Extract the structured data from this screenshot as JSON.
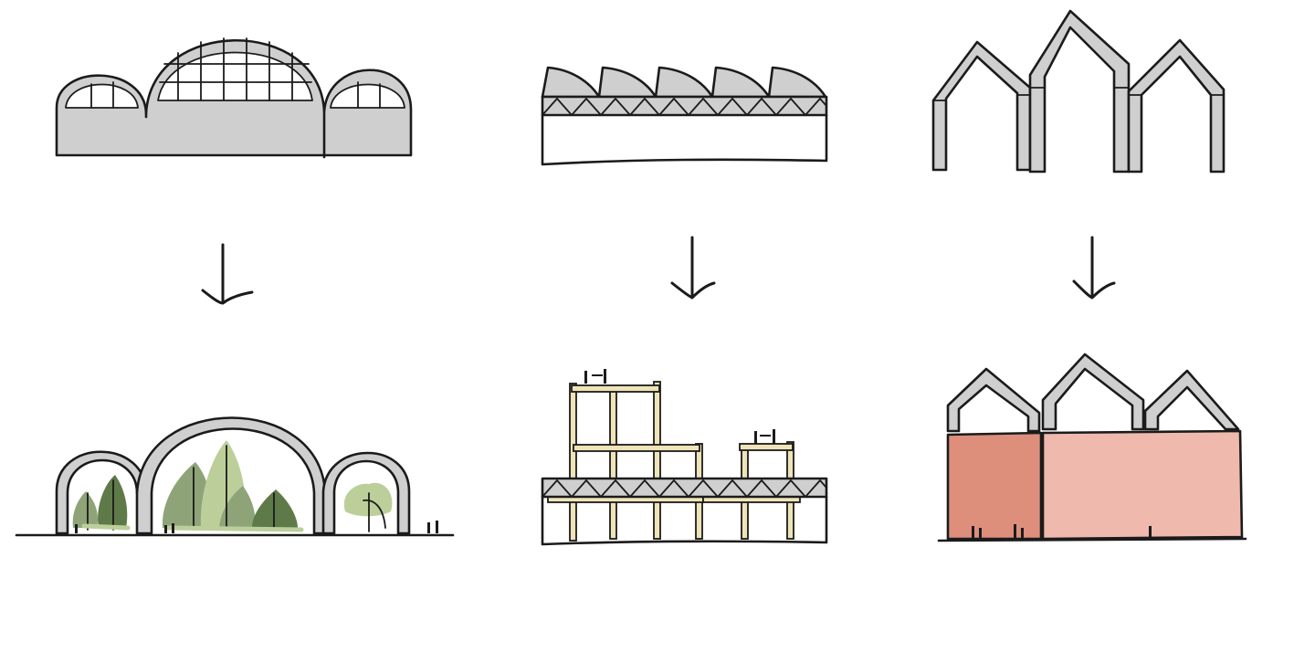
{
  "diagram": {
    "columns": [
      {
        "id": "arched-hall",
        "before": "three-arch-vault-building",
        "after": "greenhouse-garden-under-arches"
      },
      {
        "id": "sawtooth-shed",
        "before": "sawtooth-roof-truss-shed",
        "after": "timber-frame-extension"
      },
      {
        "id": "gabled-frames",
        "before": "triple-gable-portal-frames",
        "after": "infilled-colored-volumes"
      }
    ]
  },
  "colors": {
    "ink": "#1b1b1b",
    "concrete": "#cfcfcf",
    "tree_dark": "#5e7a48",
    "tree_mid": "#8ea478",
    "tree_light": "#bccf9a",
    "timber": "#efe4b8",
    "terracotta": "#dd8f7c",
    "pink": "#efbaad"
  }
}
